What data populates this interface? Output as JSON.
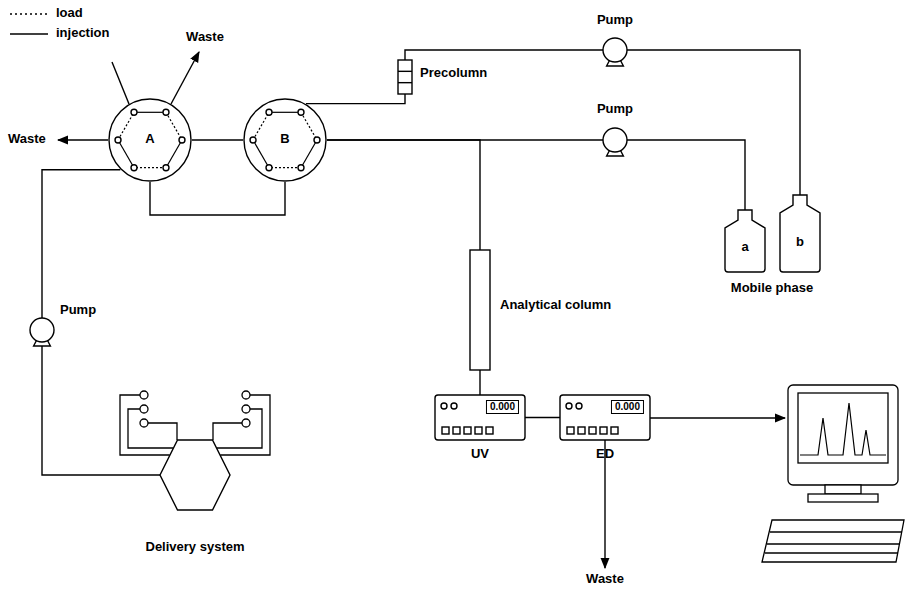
{
  "diagram": {
    "nodes": [
      {
        "text": [
          "A"
        ]
      },
      {
        "text": [
          "B"
        ]
      },
      {
        "text": [
          "Precolumn"
        ]
      },
      {
        "text": [
          "Pump"
        ]
      },
      {
        "text": [
          "Pump"
        ]
      },
      {
        "text": [
          "Pump"
        ]
      },
      {
        "text": [
          "Delivery system"
        ]
      },
      {
        "text": [
          "Analytical column"
        ]
      },
      {
        "text": [
          "0.000",
          "UV"
        ]
      },
      {
        "text": [
          "0.000",
          "ED"
        ]
      },
      {
        "text": [
          "a"
        ]
      },
      {
        "text": [
          "b"
        ]
      }
    ],
    "edges": [
      {
        "from": 0,
        "to": 1,
        "arrow": "none"
      },
      {
        "from": 0,
        "to": 1,
        "arrow": "none"
      },
      {
        "from": 0,
        "to": 5,
        "arrow": "none"
      },
      {
        "from": 5,
        "to": 6,
        "arrow": "none"
      },
      {
        "from": 1,
        "to": 2,
        "arrow": "none"
      },
      {
        "from": 2,
        "to": 3,
        "arrow": "none"
      },
      {
        "from": 3,
        "to": 11,
        "arrow": "none"
      },
      {
        "from": 1,
        "to": 4,
        "arrow": "none"
      },
      {
        "from": 4,
        "to": 10,
        "arrow": "none"
      },
      {
        "from": 1,
        "to": 7,
        "arrow": "none"
      },
      {
        "from": 7,
        "to": 8,
        "arrow": "none"
      },
      {
        "from": 8,
        "to": 9,
        "arrow": "none"
      }
    ],
    "labels": [
      "Waste",
      "Waste",
      "Waste",
      "Mobile phase"
    ],
    "legend": [
      {
        "text": "load"
      },
      {
        "text": "injection"
      }
    ]
  }
}
